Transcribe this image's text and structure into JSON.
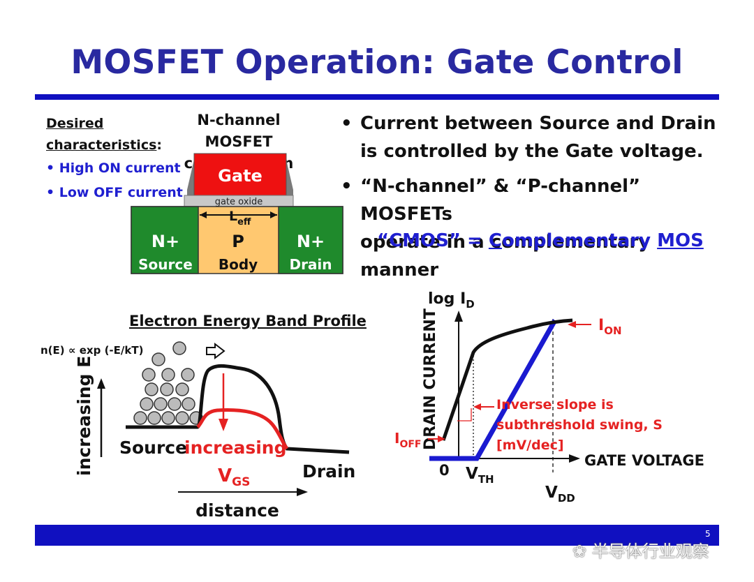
{
  "title": "MOSFET Operation: Gate Control",
  "desired": {
    "heading_line1": "Desired",
    "heading_line2": "characteristics",
    "heading_colon": ":",
    "items": [
      "High ON current",
      "Low OFF current"
    ]
  },
  "cross_section": {
    "title_line1": "N-channel MOSFET",
    "title_line2": "cross-section",
    "gate": "Gate",
    "gate_oxide": "gate oxide",
    "leff_main": "L",
    "leff_sub": "eff",
    "source_top": "N+",
    "source_bottom": "Source",
    "body_top": "P",
    "body_bottom": "Body",
    "drain_top": "N+",
    "drain_bottom": "Drain"
  },
  "bullets": [
    {
      "line1": "Current between Source and Drain",
      "line2": "is controlled by the Gate voltage."
    },
    {
      "line1": "“N-channel” & “P-channel” MOSFETs",
      "line2": "operate in a complementary manner"
    }
  ],
  "cmos": {
    "prefix": "“CMOS” = ",
    "c": "C",
    "mid": "omplementary ",
    "mos": "MOS"
  },
  "band": {
    "title": "Electron Energy Band Profile",
    "formula": "n(E) ∝ exp (-E/kT)",
    "yaxis": "increasing E",
    "source": "Source",
    "increasing": "increasing",
    "vgs_main": "V",
    "vgs_sub": "GS",
    "drain": "Drain",
    "xaxis": "distance"
  },
  "iv": {
    "ylabel_main": "log I",
    "ylabel_sub": "D",
    "yaxis": "DRAIN CURRENT",
    "xaxis": "GATE VOLTAGE",
    "ion_main": "I",
    "ion_sub": "ON",
    "ioff_main": "I",
    "ioff_sub": "OFF",
    "zero": "0",
    "vth_main": "V",
    "vth_sub": "TH",
    "vdd_main": "V",
    "vdd_sub": "DD",
    "annotation_line1": "Inverse slope is",
    "annotation_line2": "subthreshold swing, S",
    "annotation_line3": "[mV/dec]"
  },
  "page_number": "5",
  "watermark": "半导体行业观察",
  "colors": {
    "title": "#2929a0",
    "accent_blue": "#1f1fd0",
    "rule": "#1010c0",
    "gate": "#ee1111",
    "body": "#ffc870",
    "nplus": "#1f8a2c",
    "red": "#e52222"
  }
}
